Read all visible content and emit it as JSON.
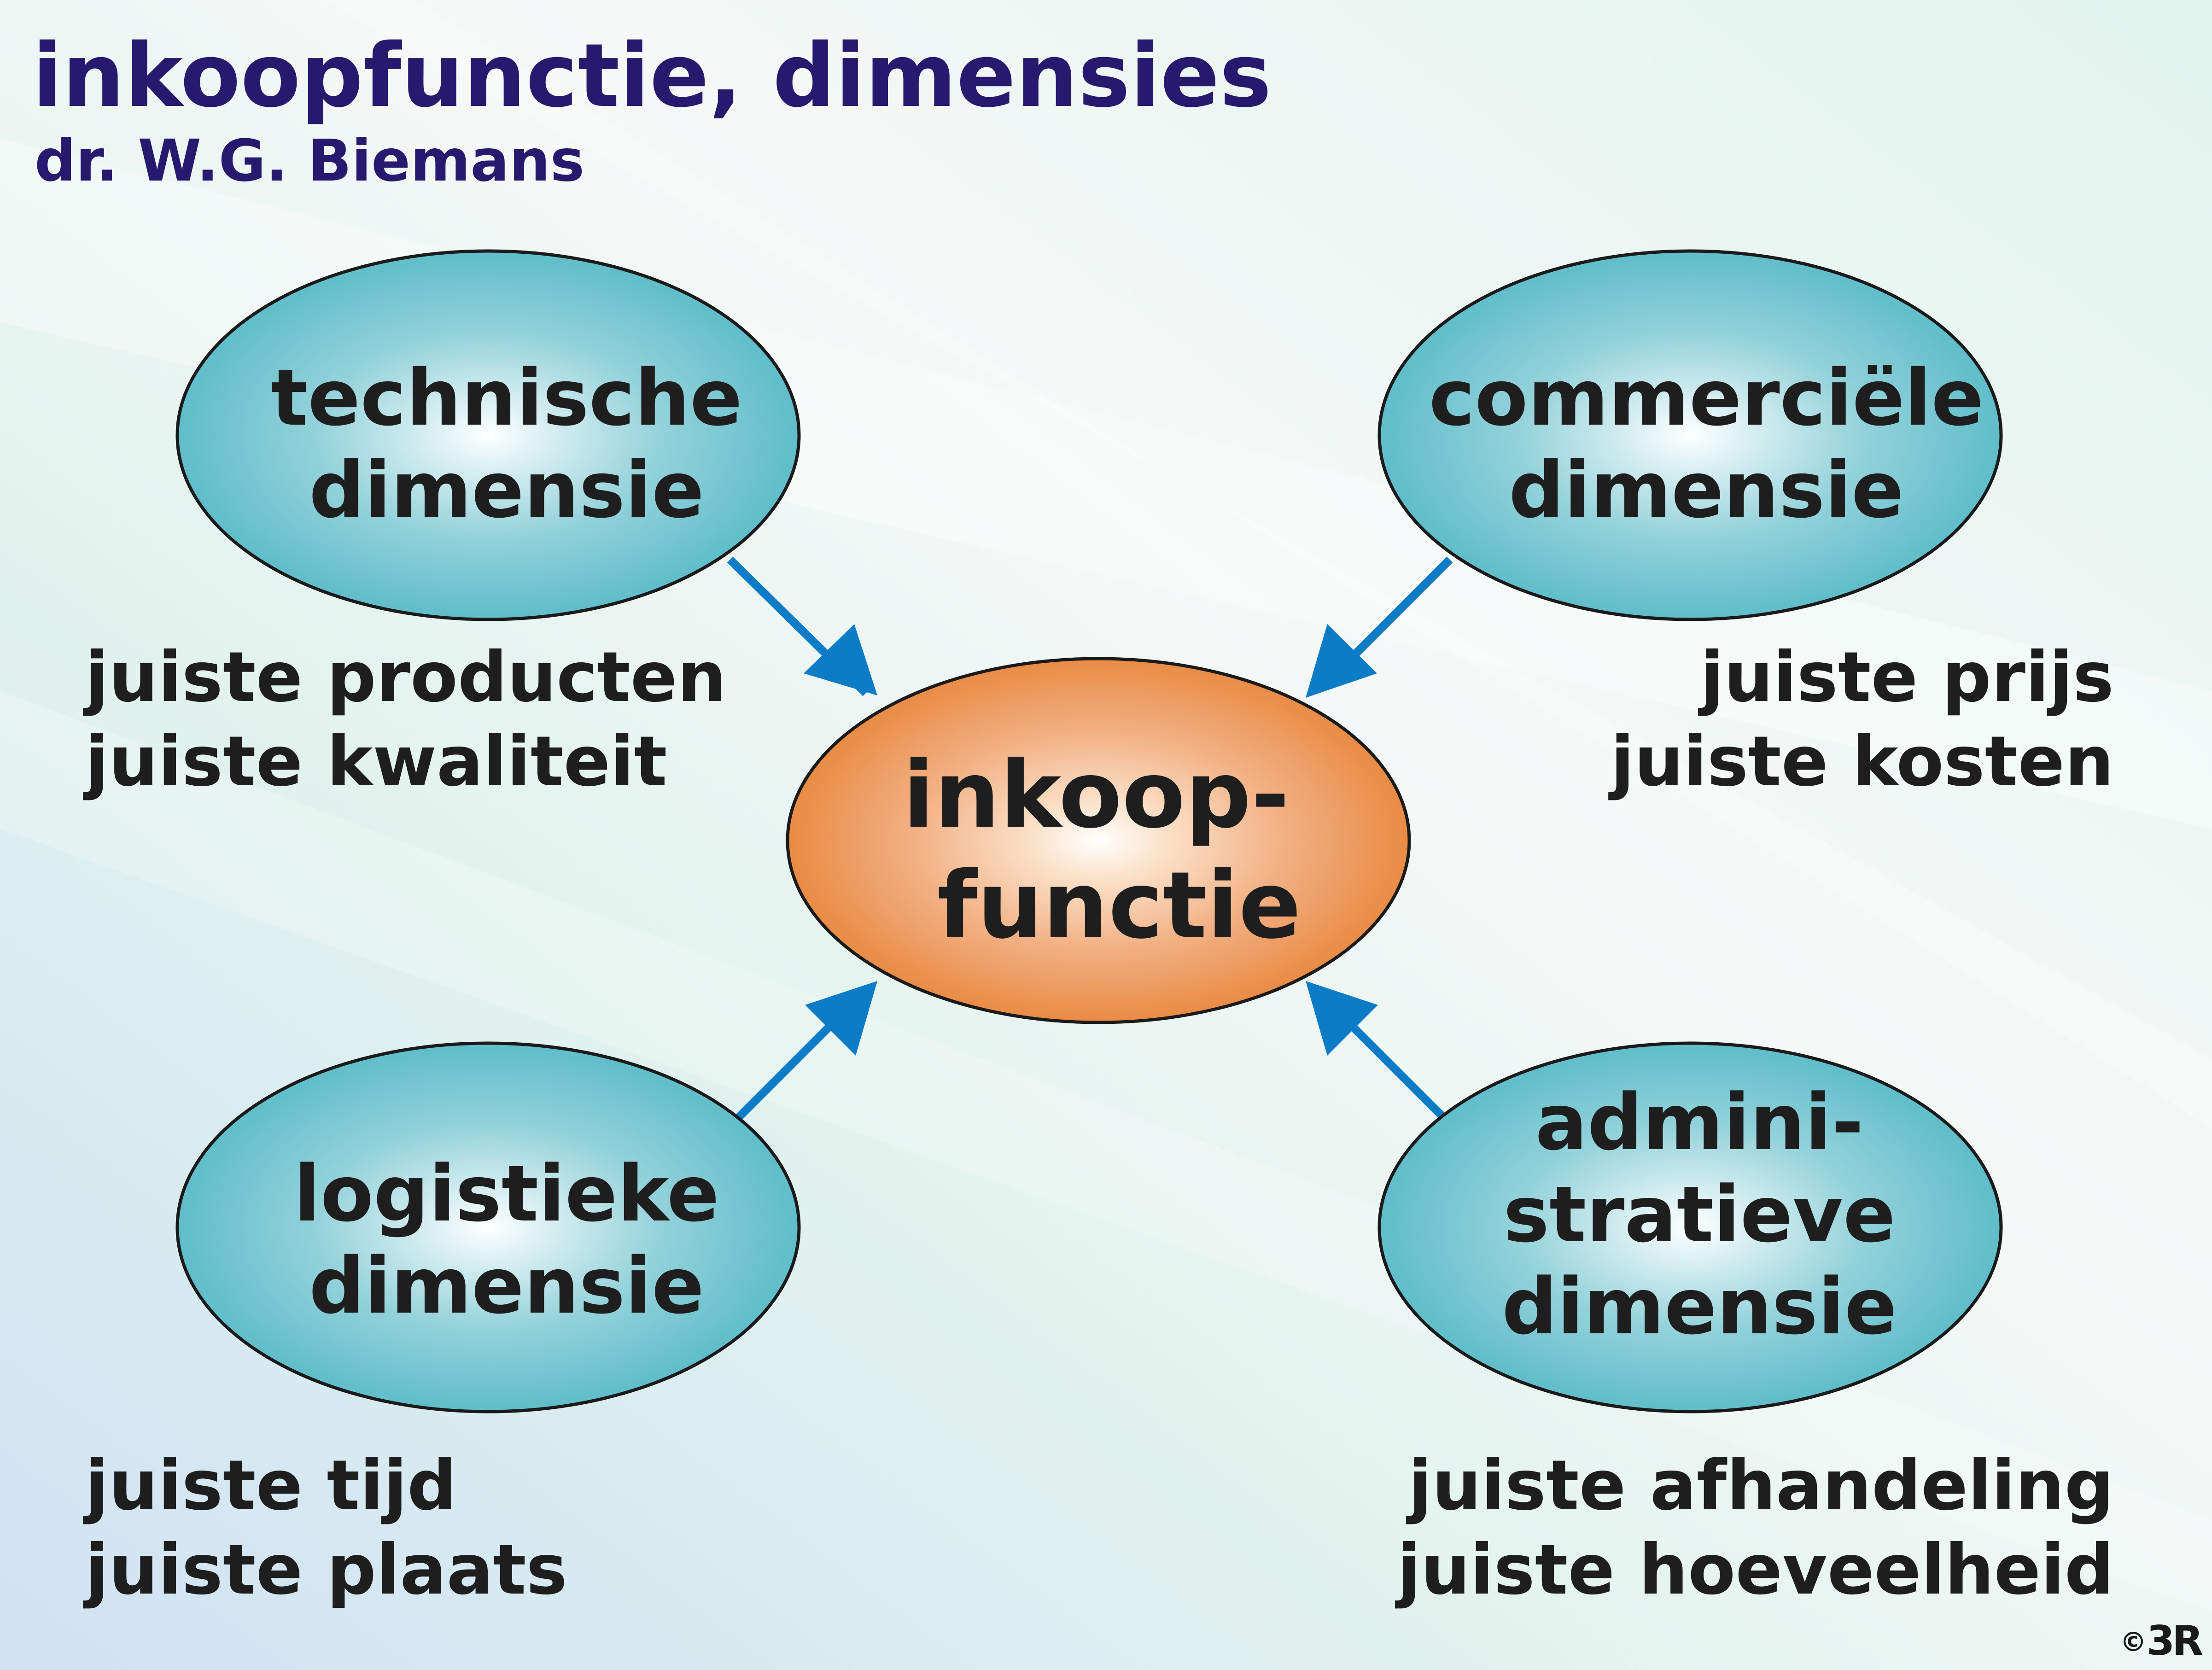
{
  "header": {
    "title": "inkoopfunctie, dimensies",
    "author": "dr. W.G. Biemans"
  },
  "diagram": {
    "center": {
      "lines": [
        "inkoop-",
        "functie"
      ],
      "fill_color": "#ec9a5e"
    },
    "nodes": [
      {
        "id": "technical",
        "lines": [
          "technische",
          "dimensie"
        ],
        "notes": [
          "juiste producten",
          "juiste kwaliteit"
        ]
      },
      {
        "id": "commercial",
        "lines": [
          "commerciële",
          "dimensie"
        ],
        "notes": [
          "juiste prijs",
          "juiste kosten"
        ]
      },
      {
        "id": "logistic",
        "lines": [
          "logistieke",
          "dimensie"
        ],
        "notes": [
          "juiste tijd",
          "juiste plaats"
        ]
      },
      {
        "id": "administrative",
        "lines": [
          "admini-",
          "stratieve",
          "dimensie"
        ],
        "notes": [
          "juiste afhandeling",
          "juiste hoeveelheid"
        ]
      }
    ],
    "node_fill_color": "#6ec4d0",
    "arrow_color": "#0d7cc6",
    "title_color": "#271a6e"
  },
  "footer": {
    "copyright_symbol": "©",
    "logo_text": "3R"
  }
}
